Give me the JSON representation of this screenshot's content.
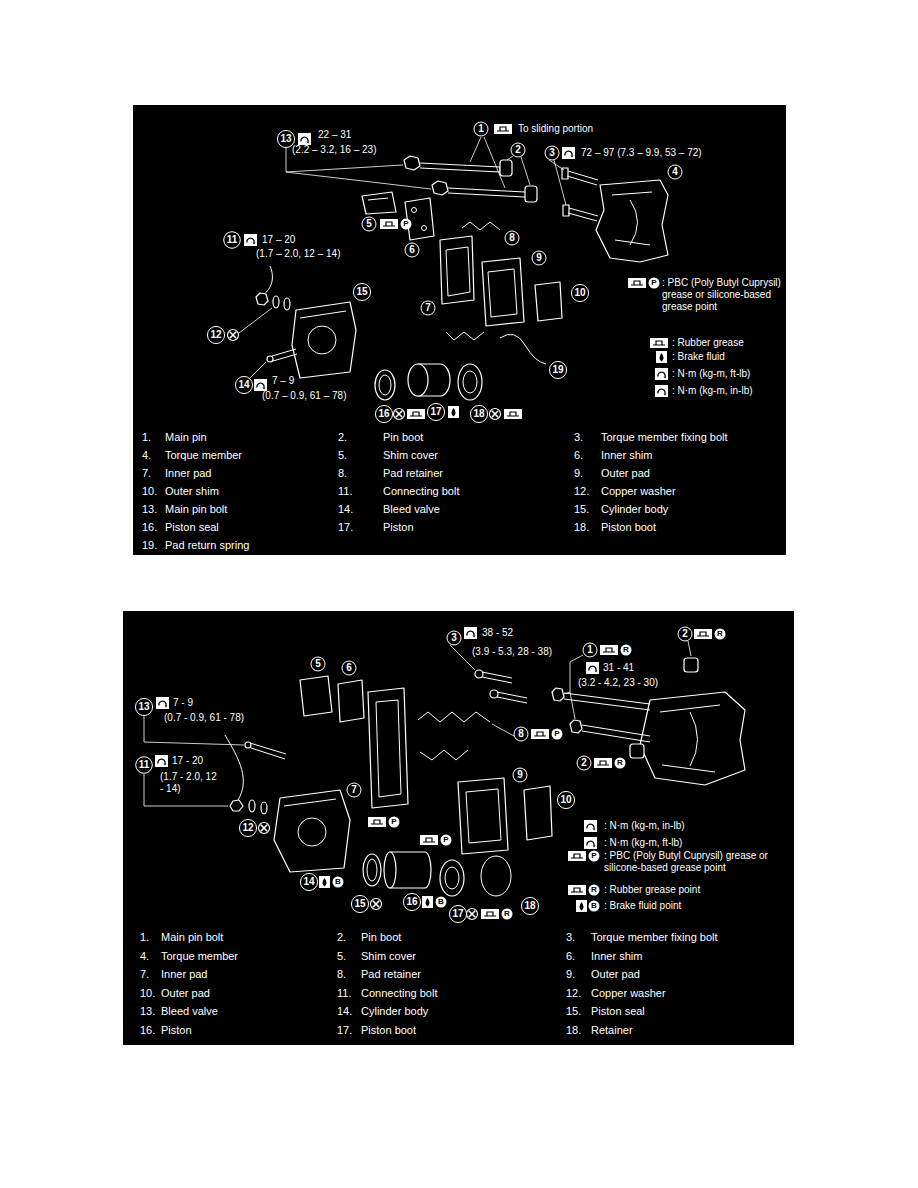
{
  "diagram": {
    "labels": [
      "13",
      "22 – 31",
      "(2.2 – 3.2, 16 – 23)",
      "1",
      "To sliding portion",
      "2",
      "3",
      "72 – 97 (7.3 – 9.9, 53 – 72)",
      "4",
      "5",
      "P",
      "6",
      "8",
      "11",
      "17 – 20",
      "(1.7 – 2.0, 12 – 14)",
      "7",
      "9",
      "10",
      "15",
      "12",
      "14",
      "7 – 9",
      "(0.7 – 0.9, 61 – 78)",
      "16",
      "17",
      "18",
      "19",
      "P",
      "1.",
      "Main pin",
      "2.",
      "Pin boot",
      "3.",
      "Torque member fixing bolt",
      "4.",
      "Torque member",
      "5.",
      "Shim cover",
      "6.",
      "Inner shim",
      "7.",
      "Inner pad",
      "8.",
      "Pad retainer",
      "9.",
      "Outer pad",
      "10.",
      "Outer shim",
      "11.",
      "Connecting bolt",
      "12.",
      "Copper washer",
      "13.",
      "Main pin bolt",
      "14.",
      "Bleed valve",
      "15.",
      "Cylinder body",
      "16.",
      "Piston seal",
      "17.",
      "Piston",
      "18.",
      "Piston boot",
      "19.",
      "Pad return spring",
      "3",
      "38 - 52",
      "(3.9 - 5.3, 28 - 38)",
      "2",
      "R",
      "1",
      "R",
      "31 - 41",
      "(3.2 - 4.2, 23 - 30)",
      "5",
      "6",
      "13",
      "7 - 9",
      "(0.7 - 0.9, 61 - 78)",
      "8",
      "P",
      "2",
      "R",
      "11",
      "17 - 20",
      "(1.7 - 2.0, 12 - 14)",
      "7",
      "P",
      "9",
      "P",
      "10",
      "12",
      "14",
      "B",
      "15",
      "16",
      "B",
      "17",
      "R",
      "18",
      "P",
      "R",
      "B",
      "1.",
      "Main pin bolt",
      "2.",
      "Pin boot",
      "3.",
      "Torque member fixing bolt",
      "4.",
      "Torque member",
      "5.",
      "Shim cover",
      "6.",
      "Inner shim",
      "7.",
      "Inner pad",
      "8.",
      "Pad retainer",
      "9.",
      "Outer pad",
      "10.",
      "Outer pad",
      "11.",
      "Connecting bolt",
      "12.",
      "Copper washer",
      "13.",
      "Bleed valve",
      "14.",
      "Cylinder body",
      "15.",
      "Piston seal",
      "16.",
      "Piston",
      "17.",
      "Piston boot",
      "18.",
      "Retainer"
    ],
    "legend": [
      {
        "text": ": PBC (Poly Butyl Cuprysil) grease or silicone-based grease point"
      },
      {
        "text": ": Rubber grease"
      },
      {
        "text": ": Brake fluid"
      },
      {
        "text": ": N·m (kg-m, ft-lb)"
      },
      {
        "text": ": N·m (kg-m, in-lb)"
      },
      {
        "text": ": N·m (kg-m, in-lb)"
      },
      {
        "text": ": N·m (kg-m, ft-lb)"
      },
      {
        "text": ": PBC (Poly Butyl Cuprysil) grease or silicone-based grease point"
      },
      {
        "text": ": Rubber grease point"
      },
      {
        "text": ": Brake fluid point"
      }
    ]
  }
}
